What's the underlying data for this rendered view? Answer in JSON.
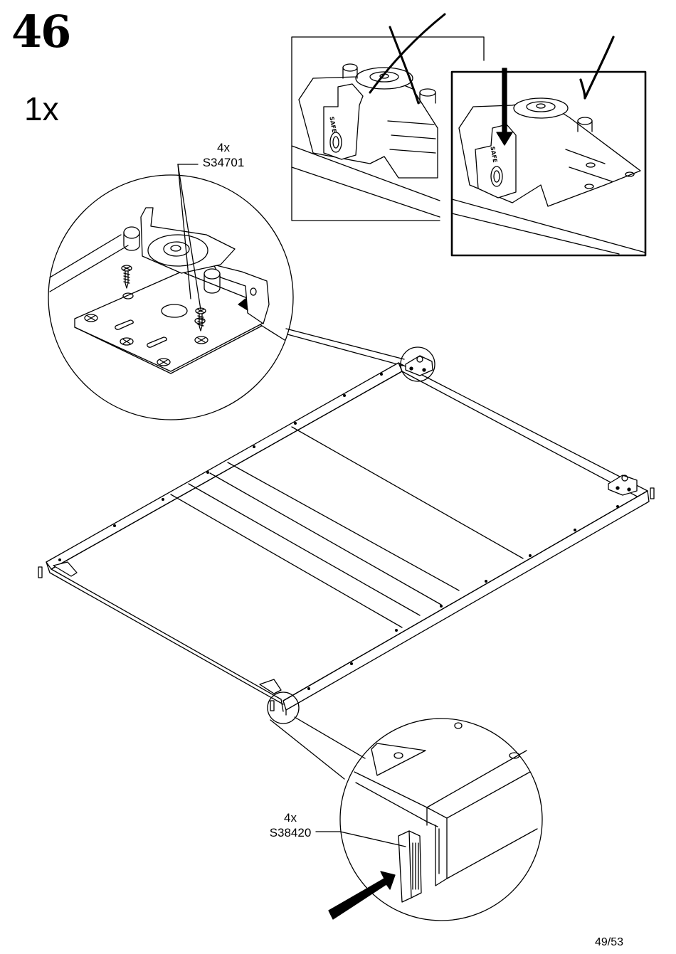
{
  "step": {
    "number": "46",
    "quantity": "1x"
  },
  "parts": [
    {
      "qty": "4x",
      "code": "S34701"
    },
    {
      "qty": "4x",
      "code": "S38420"
    }
  ],
  "safe_label": "SAFE",
  "icons": [
    "cross-mark-icon",
    "check-mark-icon",
    "arrow-icon",
    "screw-icon"
  ],
  "footer": {
    "page": "49/53"
  }
}
